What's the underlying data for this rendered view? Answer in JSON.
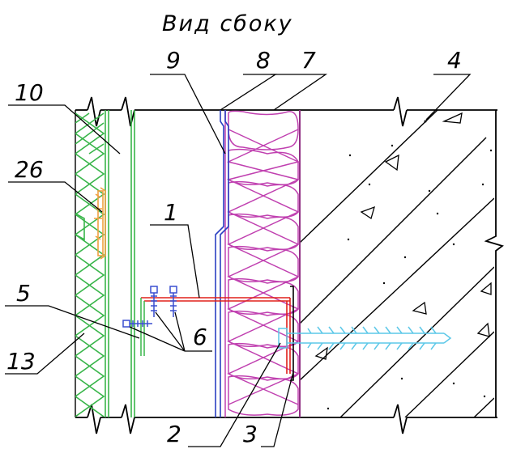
{
  "title": "Вид сбоку",
  "callouts": {
    "c1": "1",
    "c2": "2",
    "c3": "3",
    "c4": "4",
    "c5": "5",
    "c6": "6",
    "c7": "7",
    "c8": "8",
    "c9": "9",
    "c10": "10",
    "c13": "13",
    "c26": "26"
  },
  "colors": {
    "line": "#000000",
    "cladding": "#39b54a",
    "insulation": "#c040b0",
    "membrane": "#2a3fc2",
    "bracket": "#e0201a",
    "bolts": "#3a4fd0",
    "anchor": "#5cc8e8",
    "clip": "#f0a040"
  }
}
